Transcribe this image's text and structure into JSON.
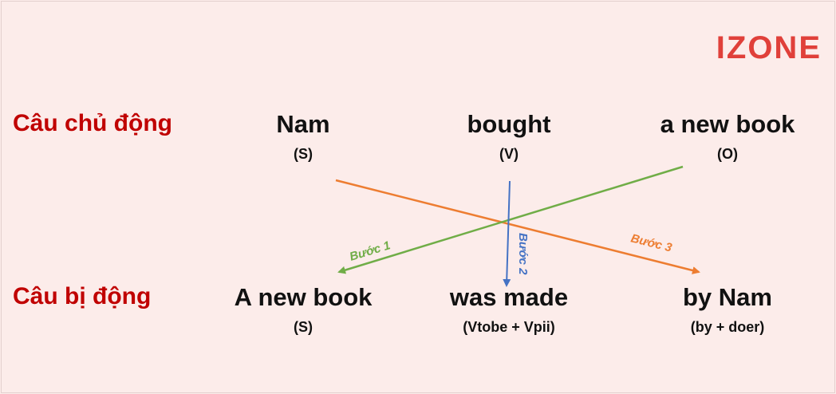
{
  "brand": {
    "logo": "IZONE"
  },
  "rows": {
    "active_label": "Câu chủ động",
    "passive_label": "Câu bị động"
  },
  "active": [
    {
      "word": "Nam",
      "role": "(S)"
    },
    {
      "word": "bought",
      "role": "(V)"
    },
    {
      "word": "a new book",
      "role": "(O)"
    }
  ],
  "passive": [
    {
      "word": "A new book",
      "role": "(S)"
    },
    {
      "word": "was made",
      "role": "(Vtobe + Vpii)"
    },
    {
      "word": "by Nam",
      "role": "(by + doer)"
    }
  ],
  "steps": {
    "step1": "Bước 1",
    "step2": "Bước 2",
    "step3": "Bước 3"
  },
  "colors": {
    "label": "#c00000",
    "logo": "#e0403a",
    "step1": "#70ad47",
    "step2": "#4472c4",
    "step3": "#ed7d31"
  }
}
